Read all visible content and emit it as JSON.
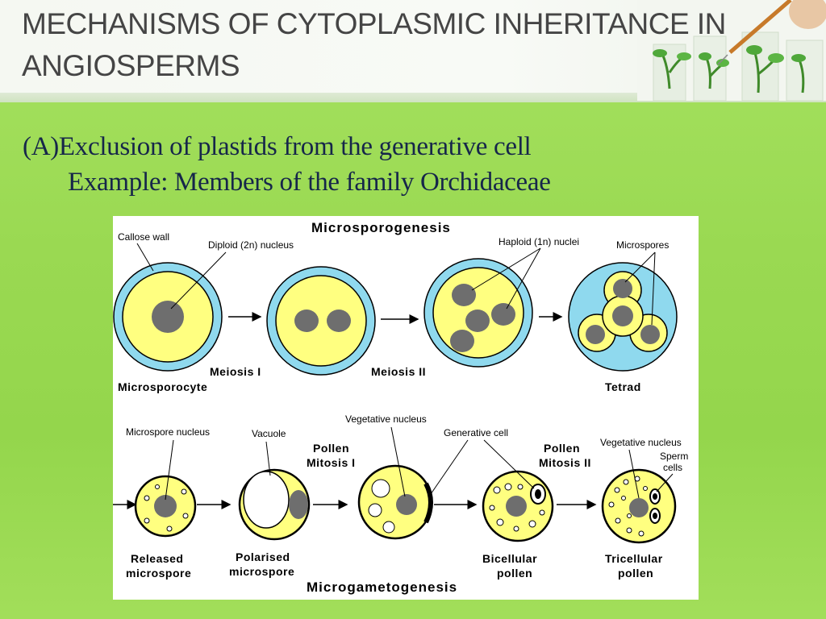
{
  "slide": {
    "title_line1": "MECHANISMS OF CYTOPLASMIC INHERITANCE IN",
    "title_line2": "ANGIOSPERMS",
    "subtitle_line1": "(A)Exclusion of plastids from the generative cell",
    "subtitle_line2": "Example: Members of the family Orchidaceae"
  },
  "figure": {
    "heading_top": "Microsporogenesis",
    "heading_bottom": "Microgametogenesis",
    "labels": {
      "callose_wall": "Callose wall",
      "diploid_nucleus": "Diploid (2n) nucleus",
      "haploid_nuclei": "Haploid (1n) nuclei",
      "microspores": "Microspores",
      "meiosis1": "Meiosis I",
      "meiosis2": "Meiosis II",
      "microsporocyte": "Microsporocyte",
      "tetrad": "Tetrad",
      "microspore_nucleus": "Microspore nucleus",
      "vacuole": "Vacuole",
      "vegetative_nucleus_1": "Vegetative nucleus",
      "generative_cell": "Generative cell",
      "vegetative_nucleus_2": "Vegetative nucleus",
      "sperm": "Sperm",
      "cells": "cells",
      "pollen1": "Pollen",
      "mitosis1": "Mitosis I",
      "pollen2": "Pollen",
      "mitosis2": "Mitosis II",
      "released": "Released",
      "microspore1": "microspore",
      "polarised": "Polarised",
      "microspore2": "microspore",
      "bicellular": "Bicellular",
      "pollen3": "pollen",
      "tricellular": "Tricellular",
      "pollen4": "pollen"
    }
  },
  "colors": {
    "callose": "#8fd9ee",
    "cytoplasm": "#ffff80",
    "nucleus": "#6e6e6e"
  }
}
